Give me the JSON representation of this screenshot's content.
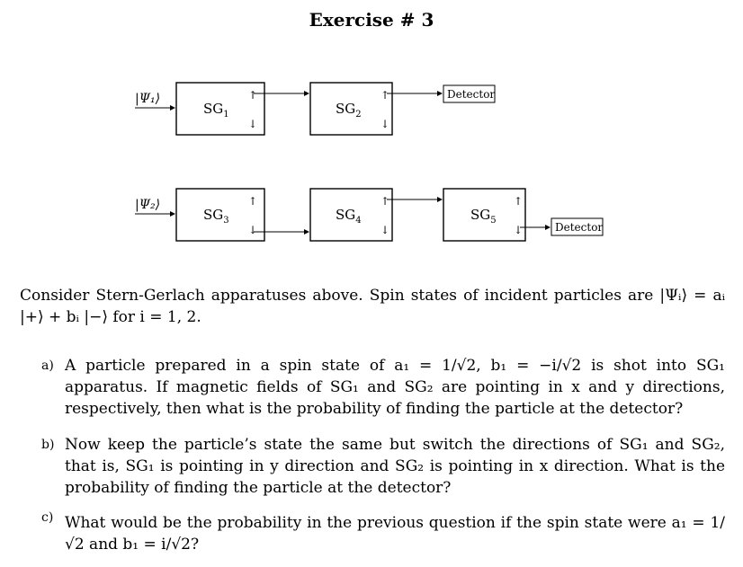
{
  "title": "Exercise # 3",
  "diagram": {
    "inputs": [
      "|Ψ₁⟩",
      "|Ψ₂⟩"
    ],
    "row1": {
      "boxes": [
        {
          "label": "SG",
          "sub": "1"
        },
        {
          "label": "SG",
          "sub": "2"
        }
      ],
      "detector": "Detector"
    },
    "row2": {
      "boxes": [
        {
          "label": "SG",
          "sub": "3"
        },
        {
          "label": "SG",
          "sub": "4"
        },
        {
          "label": "SG",
          "sub": "5"
        }
      ],
      "detector": "Detector"
    },
    "arrow_up": "↑",
    "arrow_down": "↓"
  },
  "intro": "Consider Stern-Gerlach apparatuses above. Spin states of incident particles are |Ψᵢ⟩ = aᵢ |+⟩ + bᵢ |−⟩ for i = 1, 2.",
  "questions": [
    {
      "label": "a)",
      "text": "A particle prepared in a spin state of a₁ = 1/√2, b₁ = −i/√2 is shot into SG₁ apparatus. If magnetic fields of SG₁ and SG₂ are pointing in x and y directions, respectively, then what is the probability of finding the particle at the detector?"
    },
    {
      "label": "b)",
      "text": "Now keep the particle’s state the same but switch the directions of SG₁ and SG₂, that is, SG₁ is pointing in y direction and SG₂ is pointing in x direction. What is the probability of finding the particle at the detector?"
    },
    {
      "label": "c)",
      "text": "What would be the probability in the previous question if the spin state were a₁ = 1/√2 and b₁ = i/√2?"
    }
  ]
}
